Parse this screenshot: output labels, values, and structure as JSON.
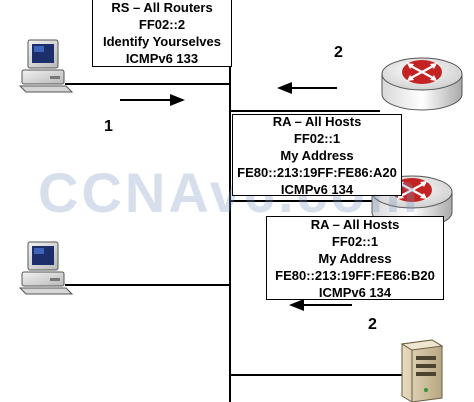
{
  "watermark": "CCNAv6.com",
  "steps": {
    "rs": "1",
    "ra_top": "2",
    "ra_bottom": "2"
  },
  "rs_message": {
    "title": "RS – All Routers",
    "address": "FF02::2",
    "purpose": "Identify Yourselves",
    "protocol": "ICMPv6 133"
  },
  "ra_message_1": {
    "title": "RA – All Hosts",
    "address": "FF02::1",
    "purpose": "My Address",
    "link_local": "FE80::213:19FF:FE86:A20",
    "protocol": "ICMPv6 134"
  },
  "ra_message_2": {
    "title": "RA – All Hosts",
    "address": "FF02::1",
    "purpose": "My Address",
    "link_local": "FE80::213:19FF:FE86:B20",
    "protocol": "ICMPv6 134"
  },
  "colors": {
    "router": "#1f4ea0",
    "router_arrows": "#d81e1e",
    "line": "#000000",
    "watermark": "#7896be"
  }
}
